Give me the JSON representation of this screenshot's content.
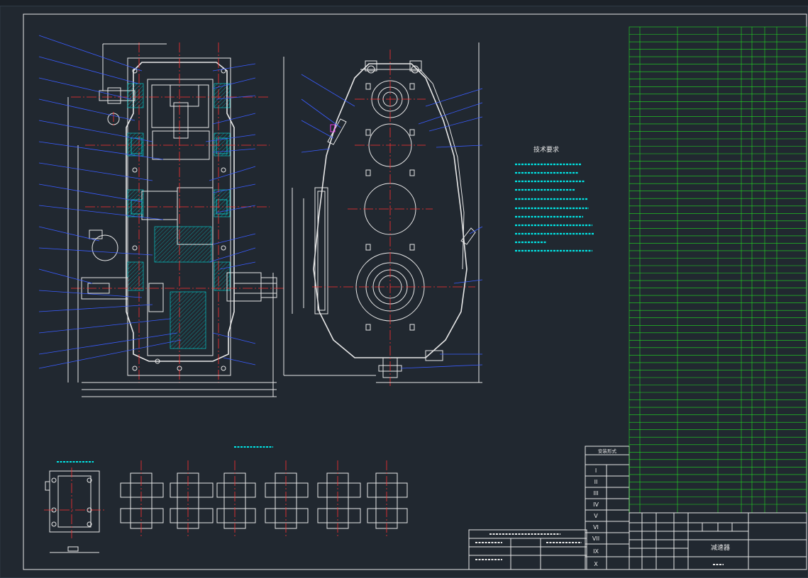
{
  "colors": {
    "background": "#212830",
    "outline": "#e8e8e8",
    "centerline": "#ff3030",
    "leader": "#3a5cff",
    "section": "#00e0e0",
    "table": "#22dd22"
  },
  "technical_requirements": {
    "title": "技术要求",
    "items": [
      "",
      "",
      "",
      "",
      "",
      "",
      "",
      "",
      "",
      "",
      ""
    ]
  },
  "view_labels": {
    "mounting_view": "",
    "assembly_scheme": ""
  },
  "assembly_types": {
    "title": "安装形式",
    "col_1": "",
    "col_2": "",
    "rows": [
      "I",
      "II",
      "III",
      "IV",
      "V",
      "VI",
      "VII",
      "IX",
      "X"
    ]
  },
  "performance_table": {
    "title": "",
    "rows": [
      [
        "",
        "",
        ""
      ],
      [
        "",
        "",
        ""
      ],
      [
        "",
        "",
        ""
      ]
    ]
  },
  "title_block": {
    "drawing_name": "减速器"
  },
  "parts_table": {
    "header": [
      "",
      "",
      "",
      "",
      "",
      "",
      "",
      "",
      ""
    ],
    "rows": []
  }
}
